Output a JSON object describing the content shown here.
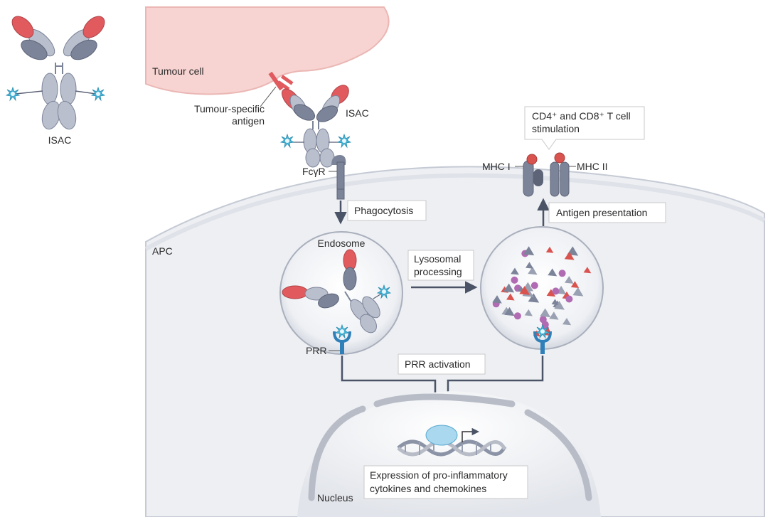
{
  "labels": {
    "isac_standalone": "ISAC",
    "tumour_cell": "Tumour cell",
    "tumour_antigen_line1": "Tumour-specific",
    "tumour_antigen_line2": "antigen",
    "isac_bound": "ISAC",
    "fcgr": "FcγR",
    "phagocytosis": "Phagocytosis",
    "apc": "APC",
    "endosome": "Endosome",
    "lysosomal_line1": "Lysosomal",
    "lysosomal_line2": "processing",
    "tcell_line1": "CD4⁺ and CD8⁺ T cell",
    "tcell_line2": "stimulation",
    "mhc1": "MHC I",
    "mhc2": "MHC II",
    "antigen_presentation": "Antigen presentation",
    "prr": "PRR",
    "prr_activation": "PRR activation",
    "expression_line1": "Expression of pro-inflammatory",
    "expression_line2": "cytokines and chemokines",
    "nucleus": "Nucleus"
  },
  "colors": {
    "antibody_body": "#b9bfcc",
    "antibody_dark": "#7c8499",
    "antibody_tip": "#e05a5e",
    "tumour_fill": "#f7d3d1",
    "tumour_stroke": "#eab7b4",
    "apc_fill": "#edeff3",
    "payload": "#4ab7d9",
    "prr": "#2f7fb8",
    "arrow": "#4a5466",
    "mhc": "#7c8499",
    "peptide_red": "#d9534f",
    "peptide_purple": "#b06bb3",
    "tf": "#a9d8ef"
  },
  "icons": {
    "antibody": "antibody-icon",
    "payload": "immune-stimulant-payload-icon",
    "receptor": "fc-gamma-receptor-icon",
    "prr": "pattern-recognition-receptor-icon",
    "dna": "dna-helix-icon",
    "transcription": "transcription-arrow-icon"
  }
}
